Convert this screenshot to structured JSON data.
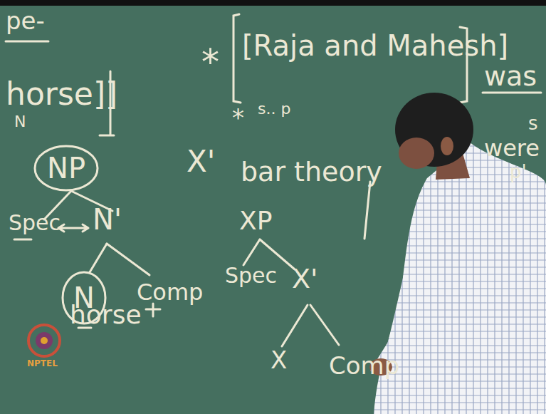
{
  "diagram": {
    "nodes": [
      {
        "text": [
          "NP"
        ]
      },
      {
        "text": [
          "N"
        ]
      }
    ],
    "labels": [
      "pe-",
      "horse]]",
      "N",
      "Spec",
      "N'",
      "Comp",
      "horse",
      "*",
      "[Raja and Mahesh]",
      "was",
      "*",
      "s.. p",
      "s",
      "were",
      "p'",
      "X'",
      "bar theory",
      "XP",
      "Spec",
      "X'",
      "X",
      "Comp",
      "NPTEL"
    ]
  }
}
